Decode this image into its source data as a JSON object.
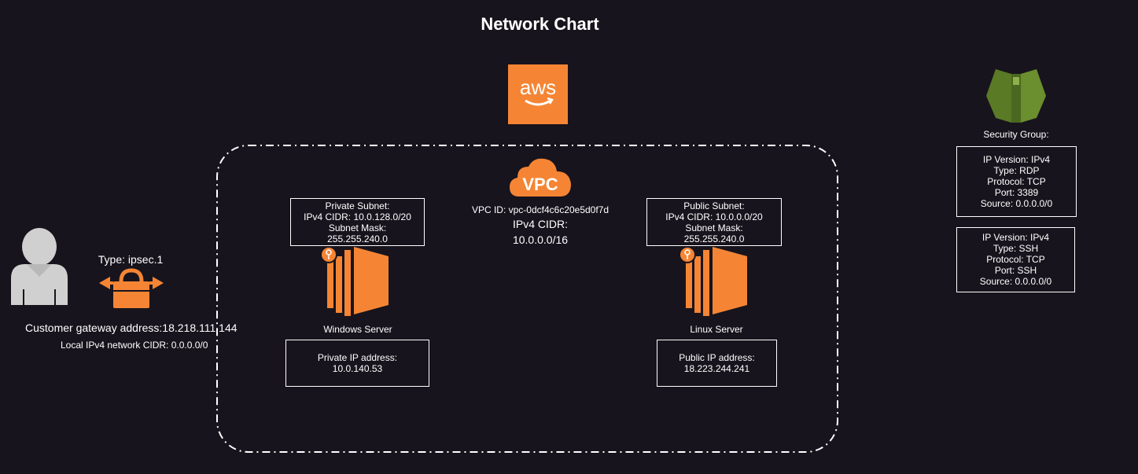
{
  "title": "Network Chart",
  "colors": {
    "background": "#18141d",
    "aws_orange": "#f58534",
    "sg_green": "#6b8e2e",
    "user_gray": "#d0d0d0",
    "text": "#ffffff"
  },
  "icons": {
    "aws": "aws-logo-icon",
    "vpc": "vpc-cloud-icon",
    "user": "user-icon",
    "vpn": "vpn-gateway-icon",
    "ec2": "ec2-instance-icon",
    "security_group": "security-group-shield-icon"
  },
  "aws_logo_text": "aws",
  "vpc": {
    "label": "VPC",
    "id_text": "VPC ID: vpc-0dcf4c6c20e5d0f7d",
    "cidr_label": "IPv4 CIDR:",
    "cidr_value": "10.0.0.0/16"
  },
  "customer": {
    "vpn_type": "Type: ipsec.1",
    "gateway_address": "Customer gateway address:18.218.111.144",
    "local_cidr": "Local IPv4 network CIDR: 0.0.0.0/0"
  },
  "private_subnet": {
    "lines": [
      "Private Subnet:",
      "IPv4 CIDR: 10.0.128.0/20",
      "Subnet Mask:",
      "255.255.240.0"
    ]
  },
  "public_subnet": {
    "lines": [
      "Public Subnet:",
      "IPv4 CIDR: 10.0.0.0/20",
      "Subnet Mask:",
      "255.255.240.0"
    ]
  },
  "windows_server": {
    "label": "Windows Server",
    "ip_label": "Private IP address:",
    "ip_value": "10.0.140.53"
  },
  "linux_server": {
    "label": "Linux Server",
    "ip_label": "Public IP address:",
    "ip_value": "18.223.244.241"
  },
  "security_group": {
    "label": "Security Group:",
    "rules": [
      [
        "IP Version: IPv4",
        "Type: RDP",
        "Protocol: TCP",
        "Port: 3389",
        "Source: 0.0.0.0/0"
      ],
      [
        "IP Version: IPv4",
        "Type: SSH",
        "Protocol: TCP",
        "Port: SSH",
        "Source: 0.0.0.0/0"
      ]
    ]
  }
}
